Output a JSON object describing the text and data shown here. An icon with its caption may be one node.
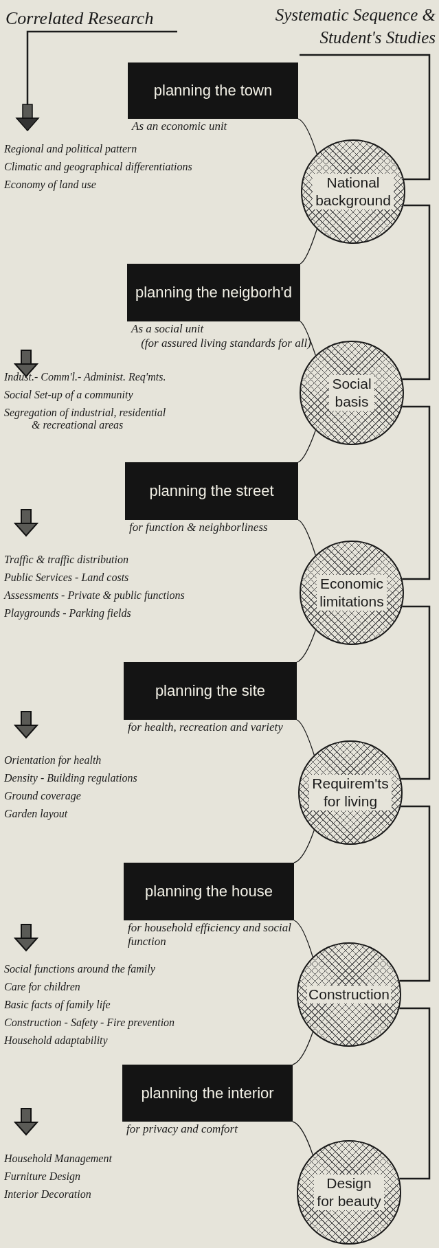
{
  "diagram": {
    "nodes": [
      {
        "text": [
          "Correlated Research"
        ]
      },
      {
        "text": [
          "Systematic Sequence & Student's Studies"
        ]
      },
      {
        "text": [
          "planning the town"
        ],
        "beside": [
          "As an economic unit"
        ]
      },
      {
        "text": [
          "National background"
        ]
      },
      {
        "text": [
          "planning the neigborh'd"
        ],
        "beside": [
          "As a social unit",
          "(for assured living standards for all)"
        ]
      },
      {
        "text": [
          "Social basis"
        ]
      },
      {
        "text": [
          "planning the street"
        ],
        "beside": [
          "for function & neighborliness"
        ]
      },
      {
        "text": [
          "Economic limitations"
        ]
      },
      {
        "text": [
          "planning the site"
        ],
        "beside": [
          "for health, recreation and variety"
        ]
      },
      {
        "text": [
          "Requirem'ts for living"
        ]
      },
      {
        "text": [
          "planning the house"
        ],
        "beside": [
          "for household efficiency and social function"
        ]
      },
      {
        "text": [
          "Construction"
        ]
      },
      {
        "text": [
          "planning the interior"
        ],
        "beside": [
          "for privacy and comfort"
        ]
      },
      {
        "text": [
          "Design for beauty"
        ]
      },
      {
        "text": [
          "Regional and political pattern",
          "Climatic and geographical differentiations",
          "Economy of land use"
        ]
      }
    ],
    "edges": [
      {
        "from": 0,
        "to": 14,
        "arrow": "to"
      },
      {
        "from": 1,
        "to": 3,
        "arrow": "none"
      },
      {
        "from": 3,
        "to": 5,
        "arrow": "none"
      },
      {
        "from": 5,
        "to": 7,
        "arrow": "none"
      },
      {
        "from": 7,
        "to": 9,
        "arrow": "none"
      },
      {
        "from": 9,
        "to": 11,
        "arrow": "none"
      },
      {
        "from": 11,
        "to": 13,
        "arrow": "none"
      },
      {
        "from": 2,
        "to": 3,
        "arrow": "none"
      },
      {
        "from": 3,
        "to": 4,
        "arrow": "none"
      },
      {
        "from": 4,
        "to": 5,
        "arrow": "none"
      },
      {
        "from": 5,
        "to": 6,
        "arrow": "none"
      },
      {
        "from": 6,
        "to": 7,
        "arrow": "none"
      },
      {
        "from": 7,
        "to": 8,
        "arrow": "none"
      },
      {
        "from": 8,
        "to": 9,
        "arrow": "none"
      },
      {
        "from": 9,
        "to": 10,
        "arrow": "none"
      },
      {
        "from": 10,
        "to": 11,
        "arrow": "none"
      },
      {
        "from": 11,
        "to": 12,
        "arrow": "none"
      },
      {
        "from": 12,
        "to": 13,
        "arrow": "none"
      }
    ],
    "labels": [
      "Indust.- Comm'l.- Administ. Req'mts.",
      "Social Set-up of a community",
      "Segregation of industrial, residential & recreational areas",
      "Traffic & traffic distribution",
      "Public Services - Land costs",
      "Assessments - Private & public functions",
      "Playgrounds - Parking fields",
      "Orientation for health",
      "Density - Building regulations",
      "Ground coverage",
      "Garden layout",
      "Social functions around the family",
      "Care for children",
      "Basic facts of family life",
      "Construction - Safety - Fire prevention",
      "Household adaptability",
      "Household Management",
      "Furniture Design",
      "Interior Decoration"
    ]
  }
}
